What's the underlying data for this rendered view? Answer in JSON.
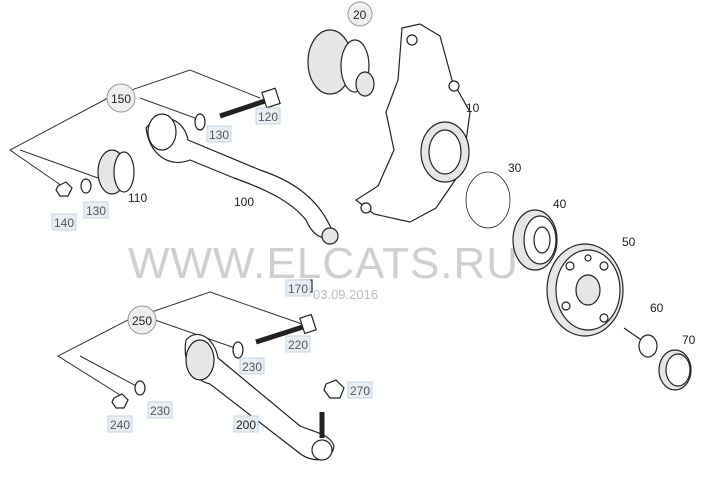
{
  "labels": {
    "p10": "10",
    "p20": "20",
    "p30": "30",
    "p40": "40",
    "p50": "50",
    "p60": "60",
    "p70": "70",
    "p100": "100",
    "p110": "110",
    "p120": "120",
    "p130a": "130",
    "p130b": "130",
    "p140": "140",
    "p150": "150",
    "p170": "170",
    "p200": "200",
    "p220": "220",
    "p230a": "230",
    "p230b": "230",
    "p240": "240",
    "p250": "250",
    "p270": "270"
  },
  "watermark": {
    "text": "WWW.ELCATS.RU",
    "date": "03.09.2016"
  },
  "colors": {
    "box_fill": "#e9eef5",
    "line": "#333333",
    "watermark": "#cfcfcf"
  }
}
